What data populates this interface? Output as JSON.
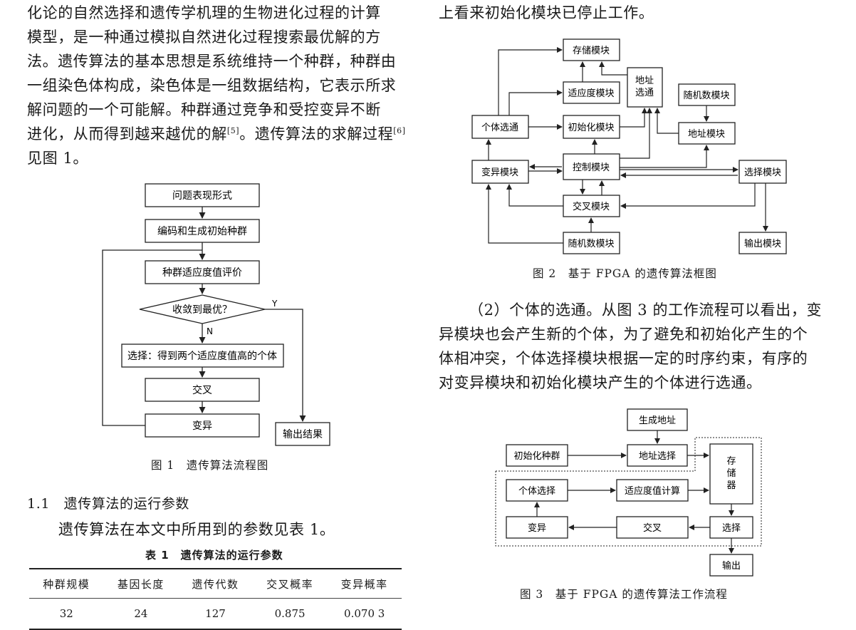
{
  "left_paragraph_lines": [
    "化论的自然选择和遗传学机理的生物进化过程的计算",
    "模型，是一种通过模拟自然进化过程搜索最优解的方",
    "法。遗传算法的基本思想是系统维持一个种群，种群由",
    "一组染色体构成，染色体是一组数据结构，它表示所求",
    "解问题的一个可能解。种群通过竞争和受控变异不断"
  ],
  "left_para_line6_pre": "进化，从而得到越来越优的解",
  "left_para_ref5": "[5]",
  "left_para_line6_mid": "。遗传算法的求解过程",
  "left_para_ref6": "[6]",
  "left_para_line7": "见图 1。",
  "fig1": {
    "caption": "图 1　遗传算法流程图",
    "nodes": {
      "problem": "问题表现形式",
      "encode": "编码和生成初始种群",
      "eval": "种群适应度值评价",
      "converge": "收敛到最优？",
      "select": "选择：得到两个适应度值高的个体",
      "crossover": "交叉",
      "mutate": "变异",
      "output": "输出结果"
    },
    "yes_label": "Y",
    "no_label": "N"
  },
  "section_heading": "1.1　遗传算法的运行参数",
  "section_text": "遗传算法在本文中所用到的参数见表 1。",
  "table1": {
    "title": "表 1　遗传算法的运行参数",
    "headers": [
      "种群规模",
      "基因长度",
      "遗传代数",
      "交叉概率",
      "变异概率"
    ],
    "values": [
      "32",
      "24",
      "127",
      "0.875",
      "0.070 3"
    ]
  },
  "right_top_line": "上看来初始化模块已停止工作。",
  "fig2": {
    "caption": "图 2　基于 FPGA 的遗传算法框图",
    "nodes": {
      "storage": "存储模块",
      "fitness": "适应度模块",
      "addr_sel_1": "地址",
      "addr_sel_2": "选通",
      "rng_top": "随机数模块",
      "individual": "个体选通",
      "init": "初始化模块",
      "address": "地址模块",
      "mutation": "变异模块",
      "control": "控制模块",
      "selection": "选择模块",
      "crossover": "交叉模块",
      "rng_bottom": "随机数模块",
      "output": "输出模块"
    }
  },
  "right_paragraph_lines": [
    "（2）个体的选通。从图 3 的工作流程可以看出，变",
    "异模块也会产生新的个体，为了避免和初始化产生的个",
    "体相冲突，个体选择模块根据一定的时序约束，有序的",
    "对变异模块和初始化模块产生的个体进行选通。"
  ],
  "fig3": {
    "caption": "图 3　基于 FPGA 的遗传算法工作流程",
    "nodes": {
      "gen_addr": "生成地址",
      "init_pop": "初始化种群",
      "addr_select": "地址选择",
      "memory_1": "存",
      "memory_2": "储",
      "memory_3": "器",
      "indiv_select": "个体选择",
      "fitness_calc": "适应度值计算",
      "mutate": "变异",
      "crossover": "交叉",
      "select": "选择",
      "output": "输出"
    }
  }
}
